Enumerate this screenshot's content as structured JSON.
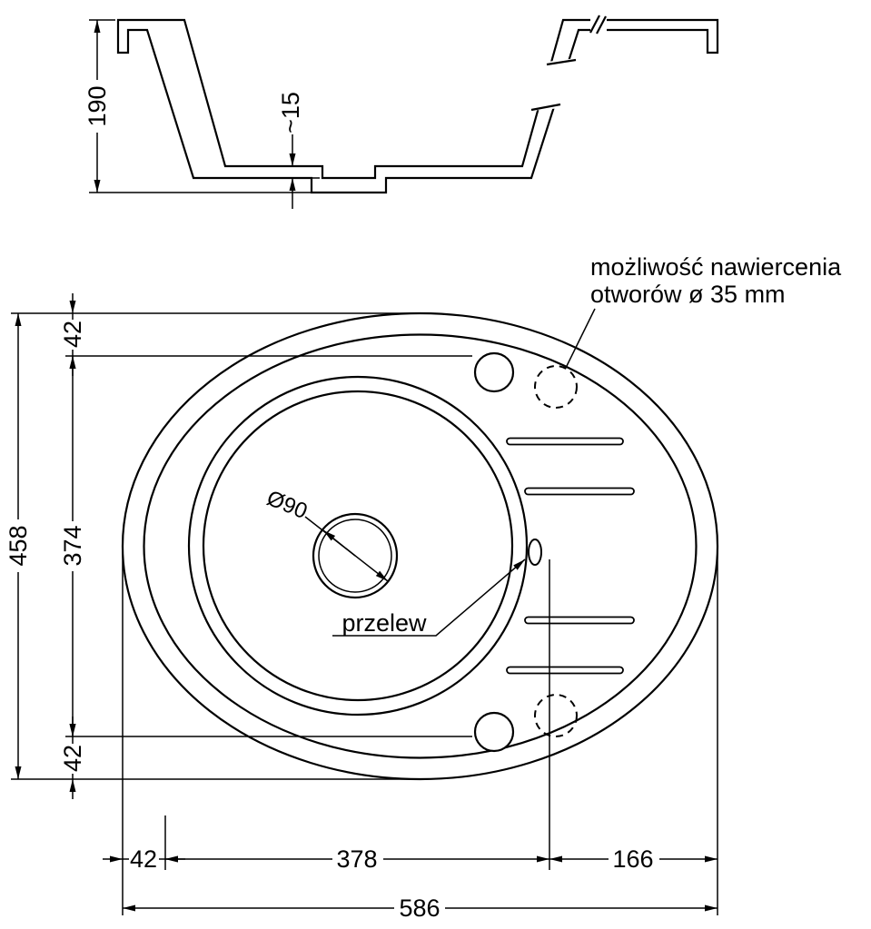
{
  "annotation": {
    "line1": "możliwość nawiercenia",
    "line2": "otworów ø 35 mm"
  },
  "labels": {
    "drain_diameter": "Ø90",
    "overflow": "przelew"
  },
  "dimensions": {
    "side_height": "190",
    "recess_depth": "~15",
    "overall_depth": "458",
    "margin_top": "42",
    "bowl_depth_span": "374",
    "margin_bottom": "42",
    "margin_left": "42",
    "bowl_width_span": "378",
    "drainer_width": "166",
    "overall_width": "586"
  },
  "colors": {
    "line": "#000000",
    "background": "#ffffff"
  }
}
